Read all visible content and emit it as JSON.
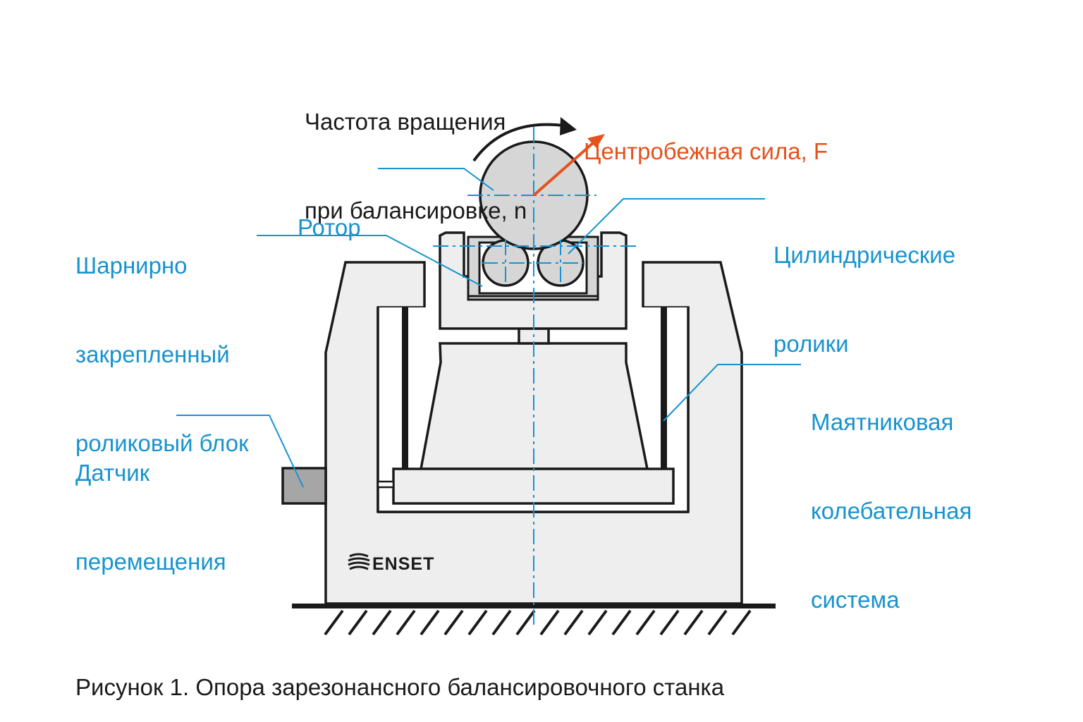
{
  "labels": {
    "rotation_speed": [
      "Частота вращения",
      "при балансировке, n"
    ],
    "centrifugal_force": "Центробежная сила, F",
    "rotor": "Ротор",
    "hinged_roller_block": [
      "Шарнирно",
      "закрепленный",
      "роликовый блок"
    ],
    "cylindrical_rollers": [
      "Цилиндрические",
      "ролики"
    ],
    "pendulum_system": [
      "Маятниковая",
      "колебательная",
      "система"
    ],
    "displacement_sensor": [
      "Датчик",
      "перемещения"
    ]
  },
  "logo": "ENSET",
  "caption": "Рисунок 1. Опора зарезонансного балансировочного станка",
  "colors": {
    "label_blue": "#1793cf",
    "force_orange": "#e4521d",
    "outline": "#1a1a1a",
    "fill_light": "#eeeeee",
    "fill_mid": "#d6d6d6",
    "sensor_gray": "#a6a6a6"
  }
}
